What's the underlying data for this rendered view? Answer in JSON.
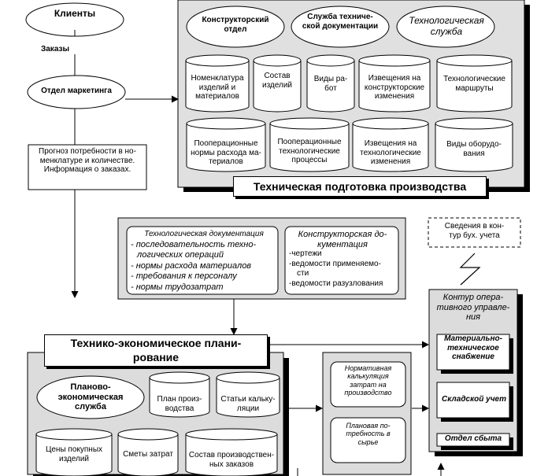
{
  "top_left": {
    "clients": "Клиенты",
    "orders": "Заказы",
    "marketing": "Отдел маркетинга",
    "forecast": [
      "Прогноз потребности в но-",
      "менклатуре и количестве.",
      "Информация о заказах."
    ]
  },
  "tech_prep": {
    "title": "Техническая подготовка производства",
    "departments": {
      "design": [
        "Конструкторский",
        "отдел"
      ],
      "docs": [
        "Служба техниче-",
        "ской документации"
      ],
      "tech": [
        "Технологическая",
        "служба"
      ]
    },
    "stores_row1": [
      [
        "Номенклатура",
        "изделий и",
        "материалов"
      ],
      [
        "Состав",
        "изделий"
      ],
      [
        "Виды ра-",
        "бот"
      ],
      [
        "Извещения на",
        "конструкторские",
        "изменения"
      ],
      [
        "Технологические",
        "маршруты"
      ]
    ],
    "stores_row2": [
      [
        "Пооперационные",
        "нормы расхода ма-",
        "териалов"
      ],
      [
        "Пооперационные",
        "технологические",
        "процессы"
      ],
      [
        "Извещения на",
        "технологические",
        "изменения"
      ],
      [
        "Виды оборудо-",
        "вания"
      ]
    ]
  },
  "docs_panel": {
    "tech_docs": {
      "heading": "Технологическая документация",
      "items": [
        "- последовательность техно-",
        "логических операций",
        "- нормы расхода материалов",
        "- требования к персоналу",
        "- нормы трудозатрат"
      ]
    },
    "design_docs": {
      "heading": [
        "Конструкторская до-",
        "кументация"
      ],
      "items": [
        "-чертежи",
        "-ведомости применяемо-",
        "сти",
        "-ведомости разузлования"
      ]
    }
  },
  "accounting_note": [
    "Сведения в кон-",
    "тур бух. учета"
  ],
  "planning": {
    "title": [
      "Технико-экономическое плани-",
      "рование"
    ],
    "department": [
      "Планово-",
      "экономическая",
      "служба"
    ],
    "stores": {
      "plan": [
        "План произ-",
        "водства"
      ],
      "calc": [
        "Статьи кальку-",
        "ляции"
      ],
      "prices": [
        "Цены покупных",
        "изделий"
      ],
      "estimates": [
        "Сметы затрат"
      ],
      "orders": [
        "Состав производствен-",
        "ных заказов"
      ]
    }
  },
  "calc_panel": {
    "normative": [
      "Нормативная",
      "калькуляция",
      "затрат на",
      "производство"
    ],
    "planned": [
      "Плановая по-",
      "требность в",
      "сырье"
    ]
  },
  "operations": {
    "heading": [
      "Контур опера-",
      "тивного управле-",
      "ния"
    ],
    "supply": [
      "Материально-",
      "техническое",
      "снабжение"
    ],
    "warehouse": "Складской учет",
    "sales": "Отдел сбыта"
  }
}
